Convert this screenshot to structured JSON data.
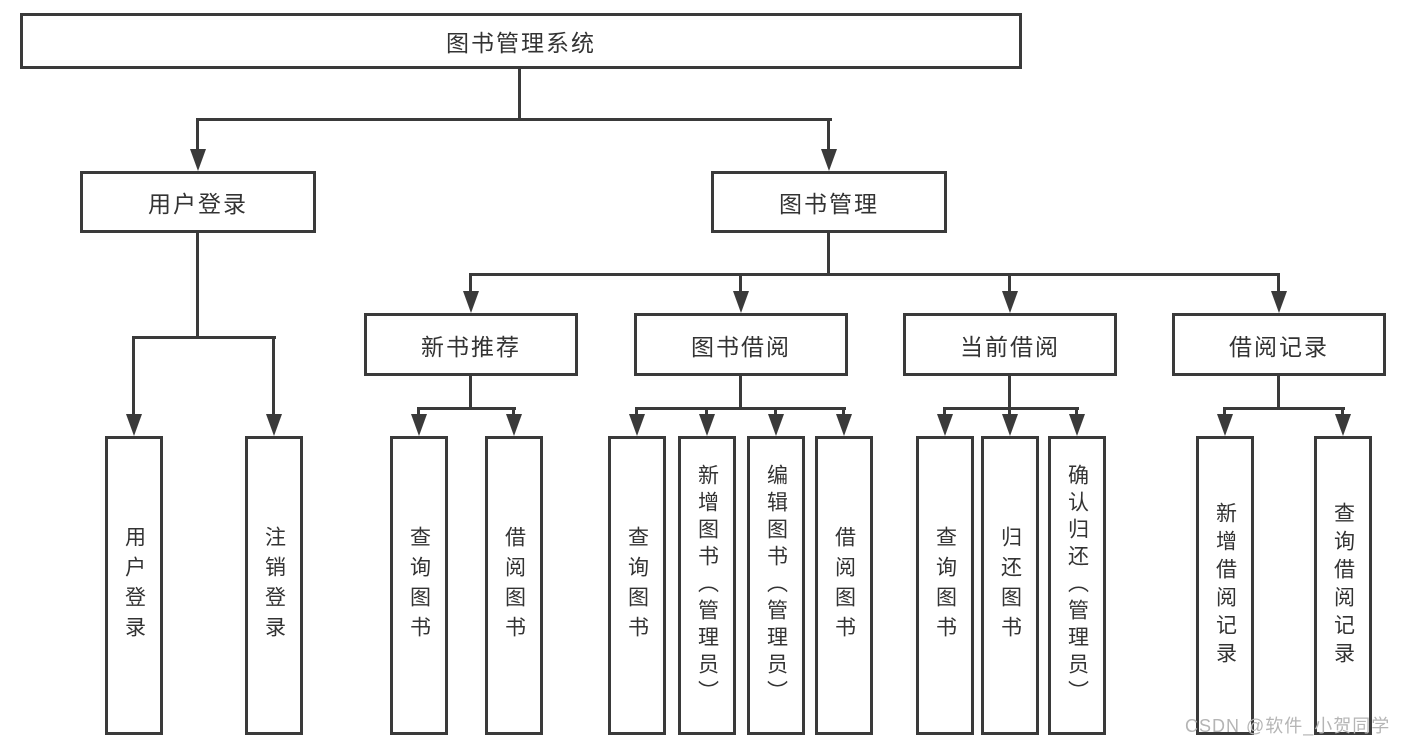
{
  "tree": {
    "root": {
      "label": "图书管理系统"
    },
    "branches": [
      {
        "label": "用户登录",
        "leaves": [
          {
            "label": "用户登录"
          },
          {
            "label": "注销登录"
          }
        ]
      },
      {
        "label": "图书管理",
        "groups": [
          {
            "label": "新书推荐",
            "leaves": [
              {
                "label": "查询图书"
              },
              {
                "label": "借阅图书"
              }
            ]
          },
          {
            "label": "图书借阅",
            "leaves": [
              {
                "label": "查询图书"
              },
              {
                "label": "新增图书（管理员）"
              },
              {
                "label": "编辑图书（管理员）"
              },
              {
                "label": "借阅图书"
              }
            ]
          },
          {
            "label": "当前借阅",
            "leaves": [
              {
                "label": "查询图书"
              },
              {
                "label": "归还图书"
              },
              {
                "label": "确认归还（管理员）"
              }
            ]
          },
          {
            "label": "借阅记录",
            "leaves": [
              {
                "label": "新增借阅记录"
              },
              {
                "label": "查询借阅记录"
              }
            ]
          }
        ]
      }
    ]
  },
  "watermark": {
    "text": "CSDN @软件_小贺同学"
  },
  "colors": {
    "line": "#3a3a3a",
    "text": "#333333",
    "watermark": "#b5b5b5",
    "background": "#ffffff"
  }
}
